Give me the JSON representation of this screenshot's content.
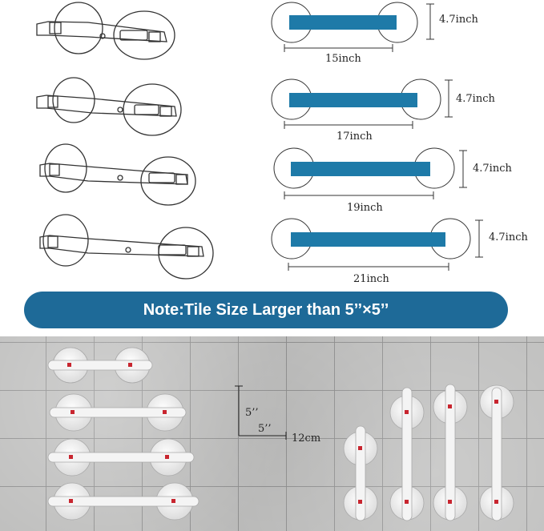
{
  "dimensions": {
    "height_label": "4.7inch",
    "lengths": [
      "15inch",
      "17inch",
      "19inch",
      "21inch"
    ]
  },
  "note": "Note:Tile Size Larger than 5’’×5’’",
  "tile": {
    "vertical_label": "5’’",
    "horizontal_label": "5’’",
    "size_label": "12cm"
  },
  "colors": {
    "bar_blue": "#1e7aa8",
    "note_blue": "#1e6a98",
    "tile_gray": "#bfbfbe"
  },
  "icons": [
    "grab-bar-line-drawing",
    "suction-cup-grab-bar-photo"
  ]
}
